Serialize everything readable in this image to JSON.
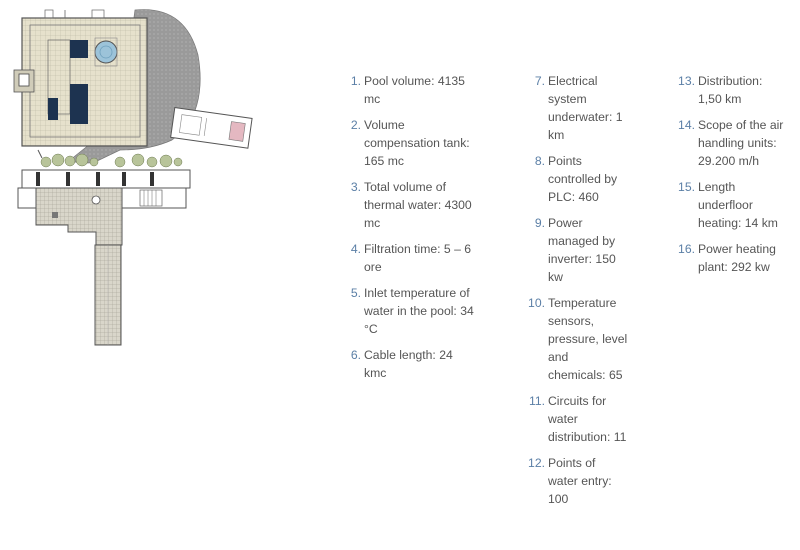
{
  "colors": {
    "number": "#5b7fa6",
    "text": "#555555",
    "plan_floor": "#e6e1cc",
    "plan_line": "#8a8a8a",
    "water": "#1d3350",
    "plaza": "#9a9a9a"
  },
  "plan": {
    "kind": "architectural floor plan drawing"
  },
  "columns": [
    {
      "items": [
        {
          "num": "1.",
          "text": "Pool volume: 4135 mc"
        },
        {
          "num": "2.",
          "text": "Volume compensation tank: 165 mc"
        },
        {
          "num": "3.",
          "text": "Total volume of thermal water: 4300 mc"
        },
        {
          "num": "4.",
          "text": "Filtration time: 5 – 6 ore"
        },
        {
          "num": "5.",
          "text": "Inlet temperature of water in the pool: 34 °C"
        },
        {
          "num": "6.",
          "text": "Cable length: 24 kmc"
        }
      ]
    },
    {
      "items": [
        {
          "num": "7.",
          "text": "Electrical system underwater: 1 km"
        },
        {
          "num": "8.",
          "text": "Points controlled by PLC: 460"
        },
        {
          "num": "9.",
          "text": "Power managed by inverter: 150 kw"
        },
        {
          "num": "10.",
          "text": "Temperature sensors, pressure, level and chemicals: 65"
        },
        {
          "num": "11.",
          "text": "Circuits for water distribution: 11"
        },
        {
          "num": "12.",
          "text": "Points of water entry: 100"
        }
      ]
    },
    {
      "items": [
        {
          "num": "13.",
          "text": "Distribution: 1,50 km"
        },
        {
          "num": "14.",
          "text": "Scope of the air handling units: 29.200 m/h"
        },
        {
          "num": "15.",
          "text": "Length underfloor heating: 14 km"
        },
        {
          "num": "16.",
          "text": "Power heating plant: 292 kw"
        }
      ]
    }
  ]
}
